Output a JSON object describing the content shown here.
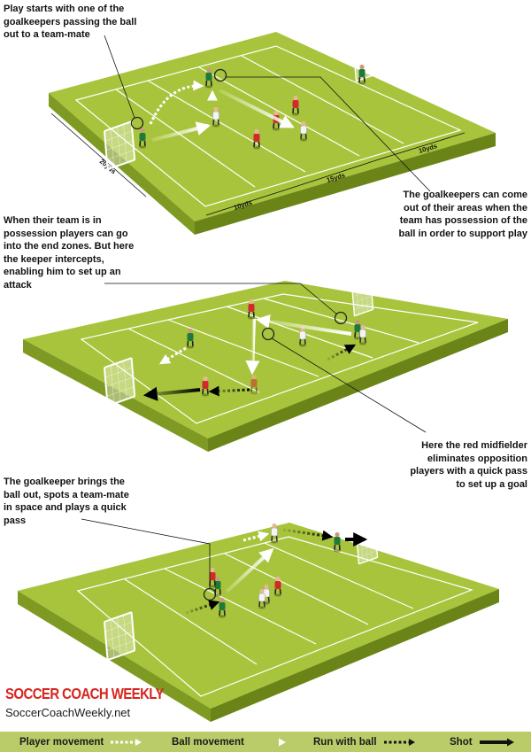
{
  "callouts": [
    "Play starts with one of the goalkeepers passing the ball out to a team-mate",
    "The goalkeepers can come out of their areas when the team has possession of the ball in order to support play",
    "When their team is in possession players can go into the end zones. But here the keeper intercepts, enabling him to set up an attack",
    "Here the red midfielder eliminates opposition players with a quick pass to set up a goal",
    "The goalkeeper brings the ball out, spots a team-mate in space and plays a quick pass"
  ],
  "dimensions": {
    "width": "20yds",
    "zone_end": "10yds",
    "zone_mid": "15yds",
    "zone_end_right": "10yds"
  },
  "brand": {
    "logo": "SOCCER COACH WEEKLY",
    "url": "SoccerCoachWeekly.net"
  },
  "legend": {
    "player_movement": "Player movement",
    "ball_movement": "Ball movement",
    "run_with_ball": "Run with ball",
    "shot": "Shot"
  },
  "colors": {
    "pitch_top": "#a8c43c",
    "pitch_side": "#7f9a22",
    "pitch_front": "#6a8418",
    "legend_band": "#b9cc69",
    "team_red": "#d12a2a",
    "team_green": "#1f7a3a",
    "team_white": "#f4f4f4",
    "brand_red": "#d7261e"
  },
  "icons": [
    "goal-icon",
    "player-icon",
    "focus-ring-icon"
  ]
}
